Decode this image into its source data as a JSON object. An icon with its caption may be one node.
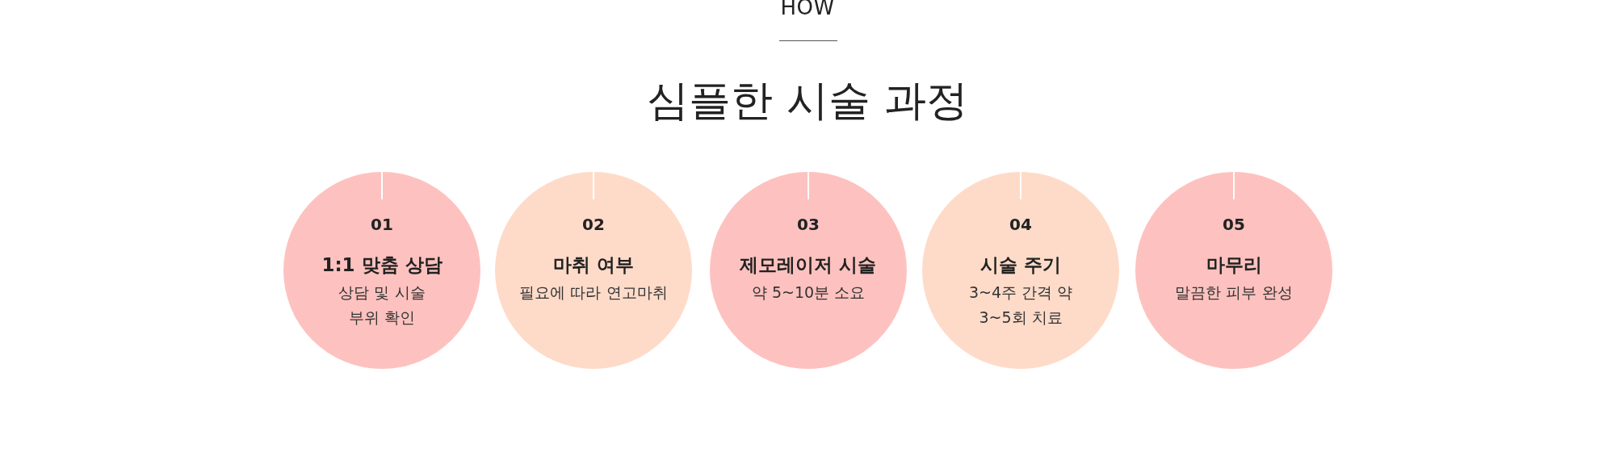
{
  "diagram": {
    "title": "심플한 시술 **과정**",
    "nodes": [
      {
        "text": [
          "01",
          "1:1 맞춤 상담",
          "상담 및 시술 부위 확인"
        ]
      },
      {
        "text": [
          "02",
          "마취 여부",
          "필요에 따라 연고마취"
        ]
      },
      {
        "text": [
          "03",
          "제모레이저 시술",
          "약 5~10분 소요"
        ]
      },
      {
        "text": [
          "04",
          "시술 주기",
          "3~4주 간격 약 3~5회 치료"
        ]
      },
      {
        "text": [
          "05",
          "마무리",
          "말끔한 피부 완성"
        ]
      }
    ],
    "labels": [
      "HOW"
    ]
  }
}
